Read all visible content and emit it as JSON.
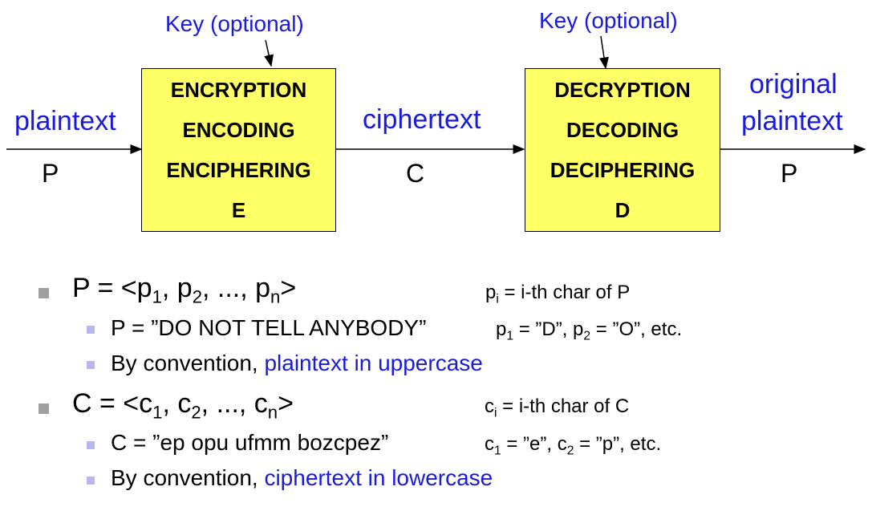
{
  "diagram": {
    "key_label_1": "Key (optional)",
    "key_label_2": "Key (optional)",
    "input_label": "plaintext",
    "input_symbol": "P",
    "encrypt_box": {
      "line1": "ENCRYPTION",
      "line2": "ENCODING",
      "line3": "ENCIPHERING",
      "line4": "E"
    },
    "middle_label": "ciphertext",
    "middle_symbol": "C",
    "decrypt_box": {
      "line1": "DECRYPTION",
      "line2": "DECODING",
      "line3": "DECIPHERING",
      "line4": "D"
    },
    "output_label_line1": "original",
    "output_label_line2": "plaintext",
    "output_symbol": "P",
    "box_color": "#ffff66",
    "label_color": "#1a1adb"
  },
  "bullets": {
    "p_def": {
      "lhs": "P = <p",
      "sub1": "1",
      "mid1": ", p",
      "sub2": "2",
      "mid2": ", ..., p",
      "subn": "n",
      "rhs": ">",
      "note_p": "p",
      "note_sub": "i",
      "note_rest": " = i-th char of P"
    },
    "p_example": {
      "text": "P = ”DO NOT TELL ANYBODY”",
      "note_a": "p",
      "sub_a": "1",
      "note_b": " = ”D”, p",
      "sub_b": "2",
      "note_c": " = ”O”, etc."
    },
    "p_convention": {
      "prefix": "By convention, ",
      "highlight": "plaintext in uppercase"
    },
    "c_def": {
      "lhs": "C = <c",
      "sub1": "1",
      "mid1": ", c",
      "sub2": "2",
      "mid2": ", ..., c",
      "subn": "n",
      "rhs": ">",
      "note_c": "c",
      "note_sub": "i",
      "note_rest": " = i-th char of C"
    },
    "c_example": {
      "text": "C = ”ep opu ufmm bozcpez”",
      "note_a": "c",
      "sub_a": "1",
      "note_b": " = ”e”, c",
      "sub_b": "2",
      "note_c": " = ”p”, etc."
    },
    "c_convention": {
      "prefix": "By convention, ",
      "highlight": "ciphertext in lowercase"
    }
  }
}
